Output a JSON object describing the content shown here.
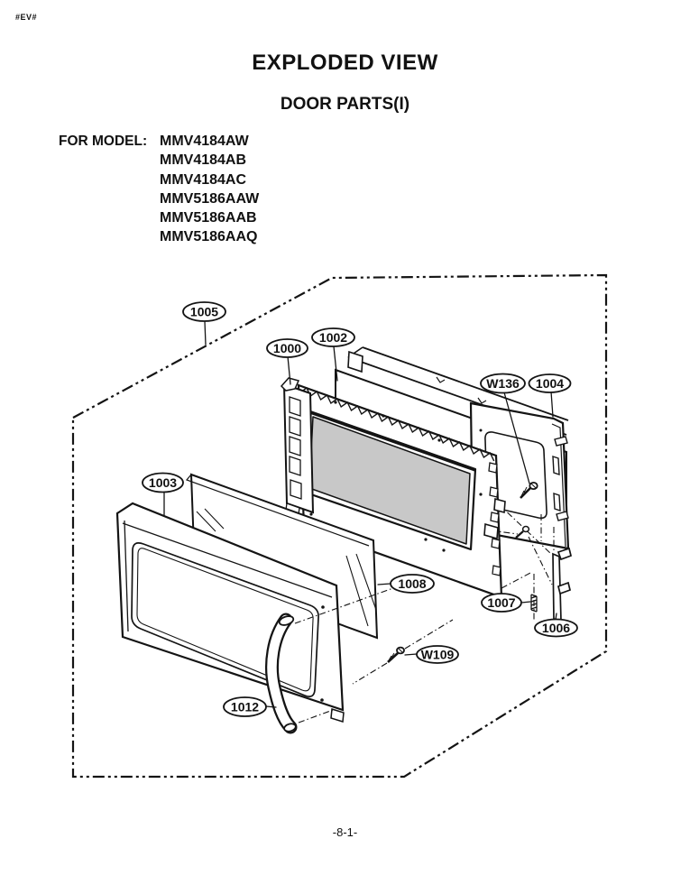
{
  "page": {
    "corner_code": "#EV#",
    "title": "EXPLODED VIEW",
    "subtitle": "DOOR PARTS(I)",
    "page_number": "-8-1-"
  },
  "models": {
    "label": "FOR MODEL:",
    "list": [
      "MMV4184AW",
      "MMV4184AB",
      "MMV4184AC",
      "MMV5186AAW",
      "MMV5186AAB",
      "MMV5186AAQ"
    ]
  },
  "diagram": {
    "kind": "exploded-view",
    "callouts": [
      {
        "label": "1005"
      },
      {
        "label": "1000"
      },
      {
        "label": "1002"
      },
      {
        "label": "W136"
      },
      {
        "label": "1004"
      },
      {
        "label": "1003"
      },
      {
        "label": "1008"
      },
      {
        "label": "1007"
      },
      {
        "label": "1006"
      },
      {
        "label": "W109"
      },
      {
        "label": "1012"
      }
    ],
    "colors": {
      "ink": "#141414",
      "glass_fill": "#c8c8c8",
      "paper": "#ffffff"
    }
  }
}
